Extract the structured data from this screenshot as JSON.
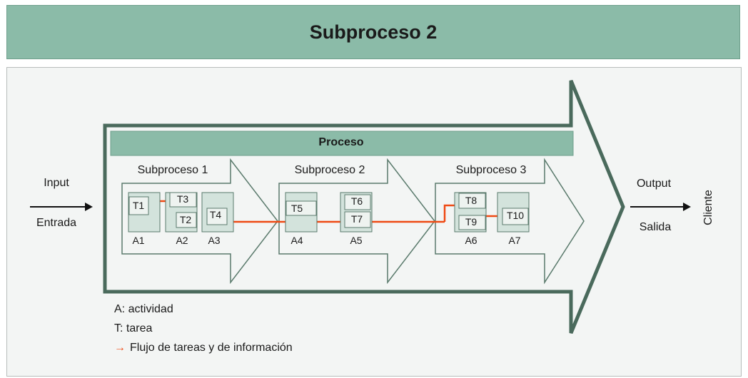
{
  "title": "Subproceso 2",
  "process_label": "Proceso",
  "input_label": "Input",
  "entrada_label": "Entrada",
  "output_label": "Output",
  "salida_label": "Salida",
  "client_label": "Cliente",
  "subprocesses": [
    {
      "label": "Subproceso 1"
    },
    {
      "label": "Subproceso 2"
    },
    {
      "label": "Subproceso 3"
    }
  ],
  "activities": [
    "A1",
    "A2",
    "A3",
    "A4",
    "A5",
    "A6",
    "A7"
  ],
  "tasks": [
    "T1",
    "T3",
    "T2",
    "T4",
    "T5",
    "T6",
    "T7",
    "T8",
    "T9",
    "T10"
  ],
  "legend": {
    "activity": "A: actividad",
    "task": "T: tarea",
    "flow": "Flujo de tareas y de información",
    "flow_arrow": "→"
  },
  "colors": {
    "header_fill": "#8bbba8",
    "box_fill": "#d3e3dc",
    "outline_dark": "#4a6a5c",
    "flow_line": "#ef4a14"
  }
}
